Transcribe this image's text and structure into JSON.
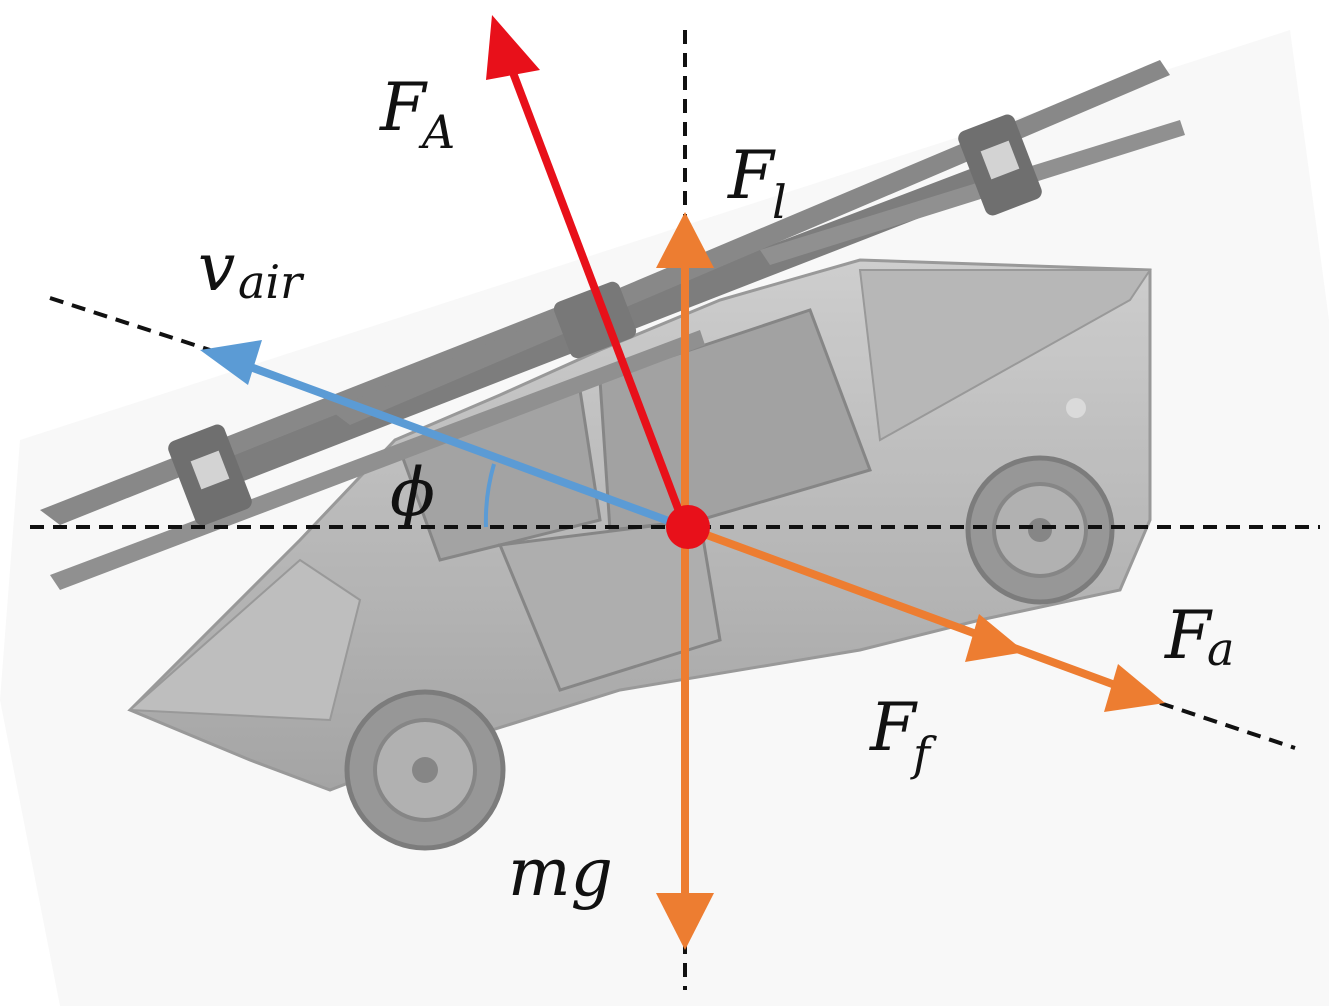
{
  "labels": {
    "F_A": {
      "main": "F",
      "sub": "A"
    },
    "F_l": {
      "main": "F",
      "sub": "l"
    },
    "v_air": {
      "main": "v",
      "sub": "air"
    },
    "phi": {
      "main": "ϕ"
    },
    "F_a": {
      "main": "F",
      "sub": "a"
    },
    "F_f": {
      "main": "F",
      "sub": "f"
    },
    "mg": {
      "main": "mg"
    }
  },
  "colors": {
    "F_A": "#e8101a",
    "F_l": "#ed7d31",
    "mg": "#ed7d31",
    "F_f": "#ed7d31",
    "F_a": "#ed7d31",
    "v_air": "#5b9bd5",
    "phi_arc": "#5b9bd5",
    "center_point": "#e8101a",
    "reference_lines": "#111111",
    "vehicle": "#a9a9a9"
  },
  "illustration": "flying-car-with-rotors"
}
